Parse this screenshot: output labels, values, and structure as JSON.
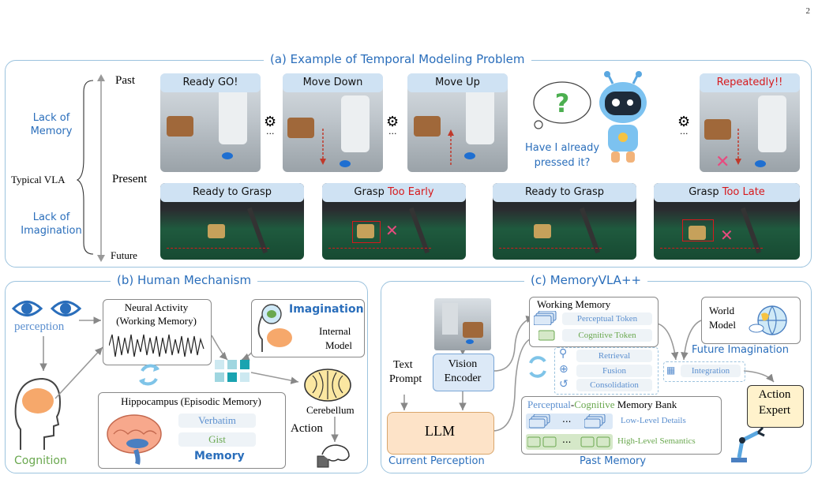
{
  "page_number": "2",
  "panel_a": {
    "title": "(a) Example of Temporal Modeling Problem",
    "left": {
      "lack_memory": "Lack of Memory",
      "typical_vla": "Typical VLA",
      "lack_imagination": "Lack of Imagination",
      "past": "Past",
      "present": "Present",
      "future": "Future"
    },
    "top_row": {
      "labels": [
        "Ready GO!",
        "Move Down",
        "Move Up"
      ],
      "repeat_prefix": "Repeatedly!!",
      "question": "Have I already pressed it?",
      "ellipsis": "..."
    },
    "bottom_row": {
      "ready1": "Ready to Grasp",
      "grasp_early_a": "Grasp ",
      "grasp_early_b": "Too Early",
      "ready2": "Ready to Grasp",
      "grasp_late_a": "Grasp ",
      "grasp_late_b": "Too Late"
    }
  },
  "panel_b": {
    "title": "(b) Human Mechanism",
    "perception": "perception",
    "cognition": "Cognition",
    "neural_activity": "Neural Activity",
    "working_memory": "(Working Memory)",
    "imagination": "Imagination",
    "internal": "Internal",
    "model": "Model",
    "hippocampus": "Hippocampus (Episodic Memory)",
    "verbatim": "Verbatim",
    "gist": "Gist",
    "memory": "Memory",
    "cerebellum": "Cerebellum",
    "action": "Action"
  },
  "panel_c": {
    "title": "(c) MemoryVLA++",
    "text_prompt_1": "Text",
    "text_prompt_2": "Prompt",
    "vision_encoder_1": "Vision",
    "vision_encoder_2": "Encoder",
    "llm": "LLM",
    "current_perception": "Current Perception",
    "working_memory": "Working Memory",
    "perceptual_token": "Perceptual Token",
    "cognitive_token": "Cognitive Token",
    "retrieval": "Retrieval",
    "fusion": "Fusion",
    "consolidation": "Consolidation",
    "integration": "Integration",
    "bank_perceptual": "Perceptual",
    "bank_dash": "-",
    "bank_cognitive": "Cognitive",
    "bank_rest": " Memory Bank",
    "low_level": "Low-Level Details",
    "high_level": "High-Level Semantics",
    "past_memory": "Past Memory",
    "world_model_1": "World",
    "world_model_2": "Model",
    "future_imagination": "Future Imagination",
    "action_expert_1": "Action",
    "action_expert_2": "Expert",
    "ellipsis": "..."
  },
  "colors": {
    "accent_blue": "#2a6ebb",
    "token_blue": "#cfe2f3",
    "token_green": "#d5e8c8",
    "cognition_green": "#6aa84f",
    "warning_red": "#d7191c",
    "llm_fill": "#fde3c8",
    "expert_fill": "#fff2cc"
  }
}
